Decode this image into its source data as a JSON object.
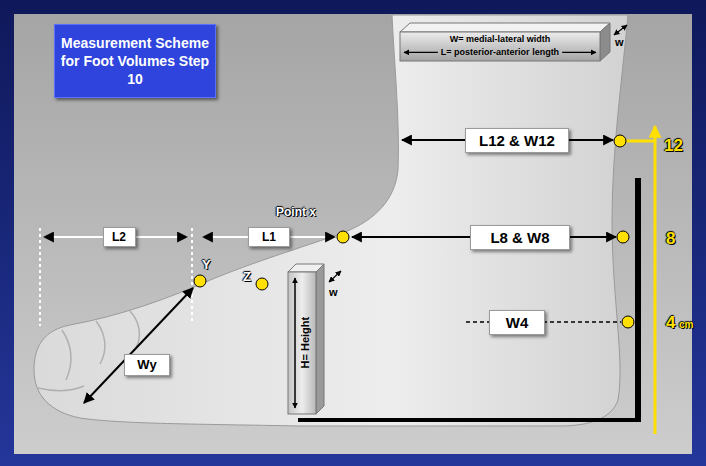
{
  "diagram": {
    "title": "Measurement Scheme for Foot Volumes Step 10",
    "nodes": [
      {
        "text": [
          "W= medial-lateral width",
          "w",
          "L= posterior-anterior length"
        ]
      },
      {
        "text": [
          "L12 & W12"
        ]
      },
      {
        "text": [
          "L8 & W8"
        ]
      },
      {
        "text": [
          "L2"
        ]
      },
      {
        "text": [
          "L1"
        ]
      },
      {
        "text": [
          "H= Height",
          "w"
        ]
      },
      {
        "text": [
          "W4"
        ]
      },
      {
        "text": [
          "Wy"
        ]
      }
    ],
    "labels": [
      "12",
      "Point x",
      "8",
      "Y",
      "Z",
      "4",
      "cm"
    ]
  }
}
